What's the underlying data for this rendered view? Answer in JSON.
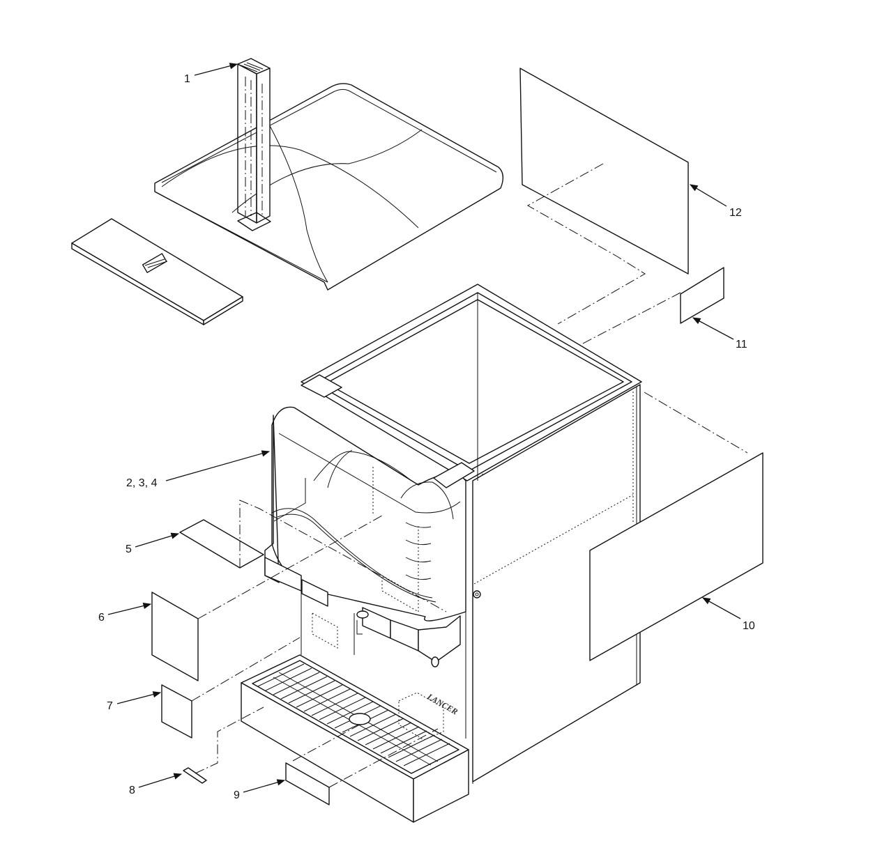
{
  "callouts": {
    "c1": "1",
    "c234": "2, 3, 4",
    "c5": "5",
    "c6": "6",
    "c7": "7",
    "c8": "8",
    "c9": "9",
    "c10": "10",
    "c11": "11",
    "c12": "12"
  },
  "brand_mark": "LANCER",
  "colors": {
    "line": "#111111",
    "background": "#ffffff"
  }
}
